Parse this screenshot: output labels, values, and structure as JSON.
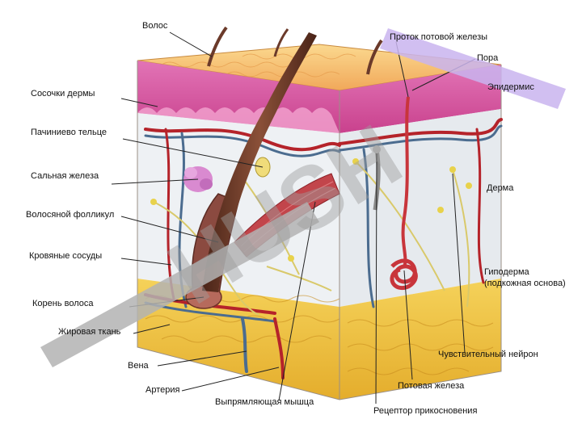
{
  "labels": {
    "hair": "Волос",
    "dermal_papillae": "Сосочки дермы",
    "pacinian_corpuscle": "Пачиниево тельце",
    "sebaceous_gland": "Сальная железа",
    "hair_follicle": "Волосяной фолликул",
    "blood_vessels": "Кровяные сосуды",
    "hair_root": "Корень волоса",
    "fat_tissue": "Жировая ткань",
    "vein": "Вена",
    "artery": "Артерия",
    "arrector_muscle": "Выпрямляющая мышца",
    "touch_receptor": "Рецептор прикосновения",
    "sweat_gland": "Потовая железа",
    "sensory_neuron": "Чувствительный нейрон",
    "hypodermis_1": "Гиподерма",
    "hypodermis_2": "(подкожная основа)",
    "dermis": "Дерма",
    "epidermis": "Эпидермис",
    "pore": "Пора",
    "sweat_duct": "Проток потовой железы"
  },
  "watermark": "HUSH",
  "colors": {
    "epidermis_top": "#f6c275",
    "epidermis_pink": "#d44f98",
    "dermis": "#eef1f4",
    "hypodermis": "#efc33c",
    "vessel_red": "#b5232a",
    "vein_blue": "#4b6c8f",
    "nerve_yellow": "#d9c96a",
    "hair_brown": "#6b3a2a",
    "watermark_gray": "#b3b3b3",
    "watermark_lilac": "#c9b4ef"
  }
}
